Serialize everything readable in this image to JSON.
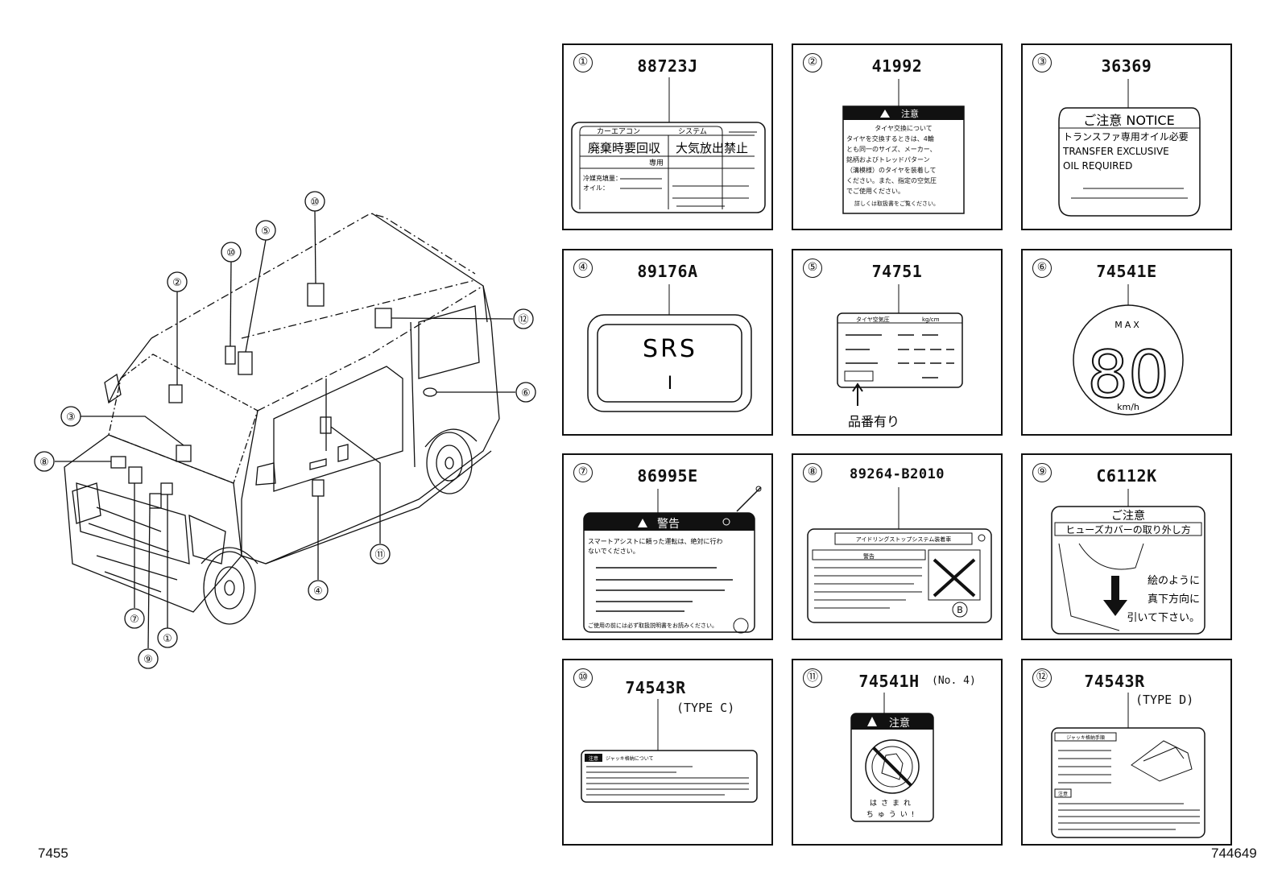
{
  "diagram": {
    "callouts": [
      "①",
      "②",
      "③",
      "④",
      "⑤",
      "⑥",
      "⑦",
      "⑧",
      "⑨",
      "⑩",
      "⑪",
      "⑫"
    ],
    "footer_left": "7455",
    "footer_right": "744649"
  },
  "panels": [
    {
      "num": "①",
      "part": "88723J",
      "sub": "",
      "label": {
        "tab_left": "カーエアコン",
        "tab_right": "システム",
        "left_big": "廃棄時要回収",
        "right_big": "大気放出禁止",
        "small": "専用",
        "line1": "冷媒充填量：",
        "line2": "オイル："
      }
    },
    {
      "num": "②",
      "part": "41992",
      "sub": "",
      "label": {
        "header": "注意",
        "lines": [
          "タイヤ交換について",
          "タイヤを交換するときは、4輪",
          "とも同一のサイズ、メーカー、",
          "銘柄およびトレッドパターン",
          "（溝模様）のタイヤを装着して",
          "ください。また、指定の空気圧",
          "でご使用ください。",
          "詳しくは取扱書をご覧ください。"
        ]
      }
    },
    {
      "num": "③",
      "part": "36369",
      "sub": "",
      "label": {
        "header": "ご注意 NOTICE",
        "lines": [
          "トランスファ専用オイル必要",
          "TRANSFER EXCLUSIVE",
          "OIL REQUIRED"
        ]
      }
    },
    {
      "num": "④",
      "part": "89176A",
      "sub": "",
      "label": {
        "text": "SRS",
        "mark": "I"
      }
    },
    {
      "num": "⑤",
      "part": "74751",
      "sub": "",
      "label": {
        "header_left": "タイヤ空気圧",
        "header_right": "kg/cm",
        "note": "品番有り"
      }
    },
    {
      "num": "⑥",
      "part": "74541E",
      "sub": "",
      "label": {
        "top": "MAX",
        "value": "80",
        "unit": "km/h"
      }
    },
    {
      "num": "⑦",
      "part": "86995E",
      "sub": "",
      "label": {
        "header": "警告",
        "lines": [
          "スマートアシストに頼った運転は、絶対に行わ",
          "ないでください。"
        ],
        "footer": "ご使用の前には必ず取扱説明書をお読みください。"
      }
    },
    {
      "num": "⑧",
      "part": "89264-B2010",
      "sub": "",
      "label": {
        "header": "アイドリングストップシステム装着車",
        "warn": "警告",
        "circle": "B"
      }
    },
    {
      "num": "⑨",
      "part": "C6112K",
      "sub": "",
      "label": {
        "header": "ご注意",
        "title": "ヒューズカバーの取り外し方",
        "lines": [
          "絵のように",
          "真下方向に",
          "引いて下さい。"
        ]
      }
    },
    {
      "num": "⑩",
      "part": "74543R",
      "sub": "(TYPE C)",
      "label": {
        "header": "注意",
        "title": "ジャッキ格納について"
      }
    },
    {
      "num": "⑪",
      "part": "74541H",
      "sub": "(No. 4)",
      "label": {
        "header": "注意",
        "lines": [
          "はさまれ",
          "ちゅうい!"
        ]
      }
    },
    {
      "num": "⑫",
      "part": "74543R",
      "sub": "(TYPE D)",
      "label": {
        "header": "ジャッキ格納手順",
        "warn": "注意"
      }
    }
  ]
}
